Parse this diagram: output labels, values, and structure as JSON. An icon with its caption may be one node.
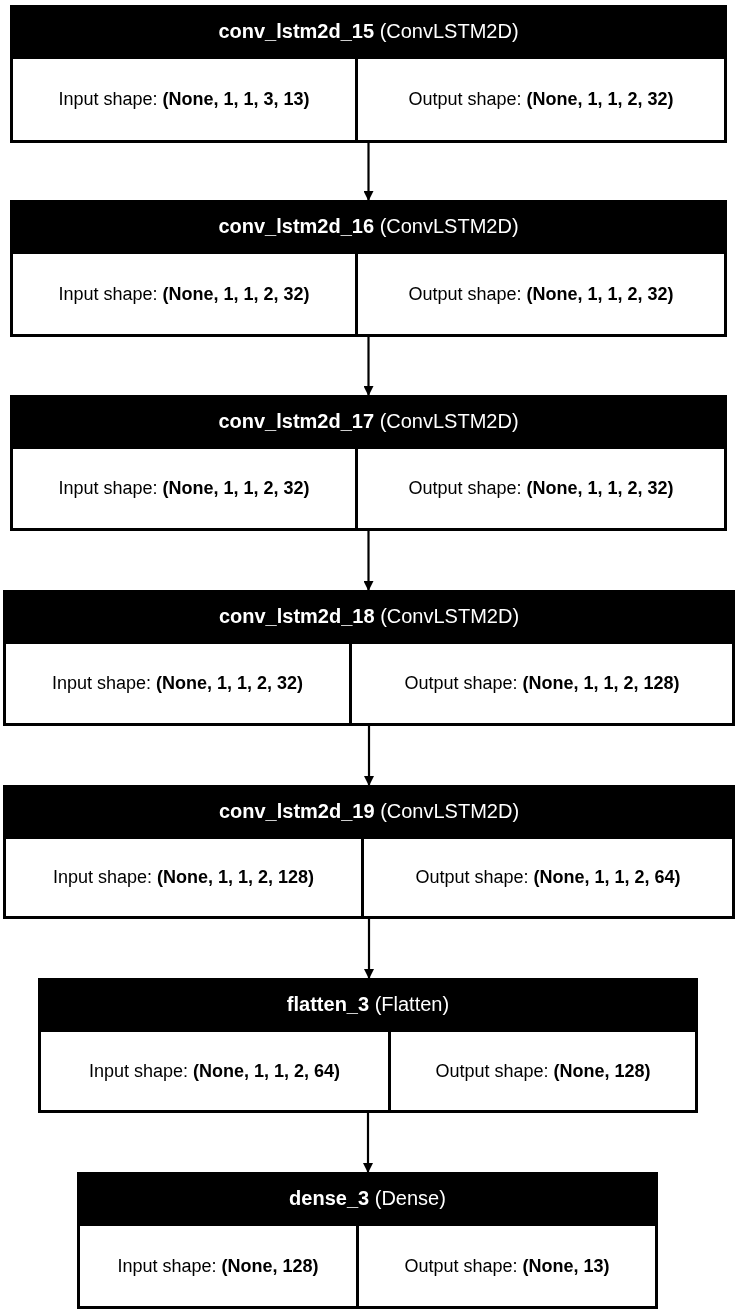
{
  "diagram": {
    "nodes": [
      {
        "text": [
          "**conv_lstm2d_15** (ConvLSTM2D)"
        ]
      },
      {
        "text": [
          "Input shape: **(None, 1, 1, 3, 13)**"
        ],
        "in": 0
      },
      {
        "text": [
          "Output shape: **(None, 1, 1, 2, 32)**"
        ],
        "in": 0
      },
      {
        "text": [
          "**conv_lstm2d_16** (ConvLSTM2D)"
        ]
      },
      {
        "text": [
          "Input shape: **(None, 1, 1, 2, 32)**"
        ],
        "in": 3
      },
      {
        "text": [
          "Output shape: **(None, 1, 1, 2, 32)**"
        ],
        "in": 3
      },
      {
        "text": [
          "**conv_lstm2d_17** (ConvLSTM2D)"
        ]
      },
      {
        "text": [
          "Input shape: **(None, 1, 1, 2, 32)**"
        ],
        "in": 6
      },
      {
        "text": [
          "Output shape: **(None, 1, 1, 2, 32)**"
        ],
        "in": 6
      },
      {
        "text": [
          "**conv_lstm2d_18** (ConvLSTM2D)"
        ]
      },
      {
        "text": [
          "Input shape: **(None, 1, 1, 2, 32)**"
        ],
        "in": 9
      },
      {
        "text": [
          "Output shape: **(None, 1, 1, 2, 128)**"
        ],
        "in": 9
      },
      {
        "text": [
          "**conv_lstm2d_19** (ConvLSTM2D)"
        ]
      },
      {
        "text": [
          "Input shape: **(None, 1, 1, 2, 128)**"
        ],
        "in": 12
      },
      {
        "text": [
          "Output shape: **(None, 1, 1, 2, 64)**"
        ],
        "in": 12
      },
      {
        "text": [
          "**flatten_3** (Flatten)"
        ]
      },
      {
        "text": [
          "Input shape: **(None, 1, 1, 2, 64)**"
        ],
        "in": 15
      },
      {
        "text": [
          "Output shape: **(None, 128)**"
        ],
        "in": 15
      },
      {
        "text": [
          "**dense_3** (Dense)"
        ]
      },
      {
        "text": [
          "Input shape: **(None, 128)**"
        ],
        "in": 18
      },
      {
        "text": [
          "Output shape: **(None, 13)**"
        ],
        "in": 18
      }
    ],
    "edges": [
      {
        "from": 0,
        "to": 3,
        "arrow": "to"
      },
      {
        "from": 3,
        "to": 6,
        "arrow": "to"
      },
      {
        "from": 6,
        "to": 9,
        "arrow": "to"
      },
      {
        "from": 9,
        "to": 12,
        "arrow": "to"
      },
      {
        "from": 12,
        "to": 15,
        "arrow": "to"
      },
      {
        "from": 15,
        "to": 18,
        "arrow": "to"
      }
    ]
  }
}
